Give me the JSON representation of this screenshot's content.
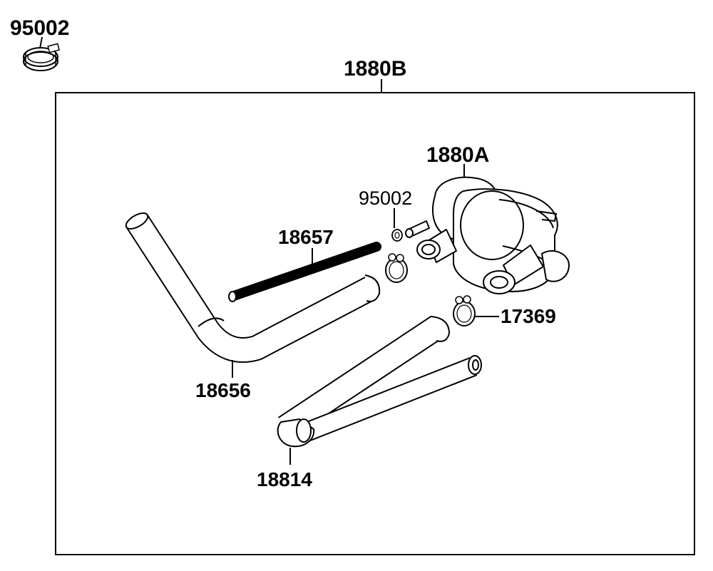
{
  "diagram": {
    "labels": {
      "clamp_top": "95002",
      "assembly": "1880B",
      "valve": "1880A",
      "clamp_small": "95002",
      "pipe": "18657",
      "clip": "17369",
      "hose_bent": "18656",
      "hose_y": "18814"
    }
  }
}
